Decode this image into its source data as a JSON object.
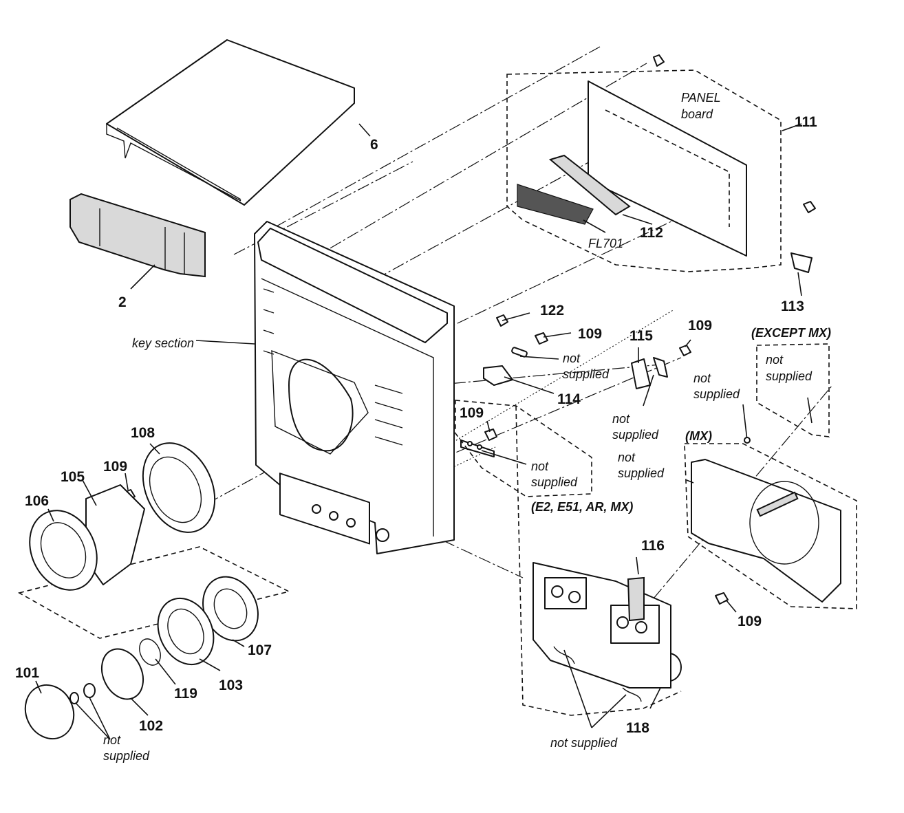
{
  "labels": {
    "p6": "6",
    "p2": "2",
    "p111": "111",
    "p112": "112",
    "p113": "113",
    "p122": "122",
    "p109a": "109",
    "p109b": "109",
    "p109c": "109",
    "p109d": "109",
    "p109e": "109",
    "p115": "115",
    "p114": "114",
    "p108": "108",
    "p105": "105",
    "p106": "106",
    "p107": "107",
    "p103": "103",
    "p119": "119",
    "p102": "102",
    "p101": "101",
    "p116": "116",
    "p118": "118"
  },
  "notes": {
    "panel_1": "PANEL",
    "panel_2": "board",
    "fl701": "FL701",
    "key_section": "key section",
    "except_mx": "(EXCEPT MX)",
    "mx": "(MX)",
    "regions": "(E2, E51, AR, MX)",
    "ns_not": "not",
    "ns_supplied": "supplied",
    "not_supplied": "not supplied"
  }
}
